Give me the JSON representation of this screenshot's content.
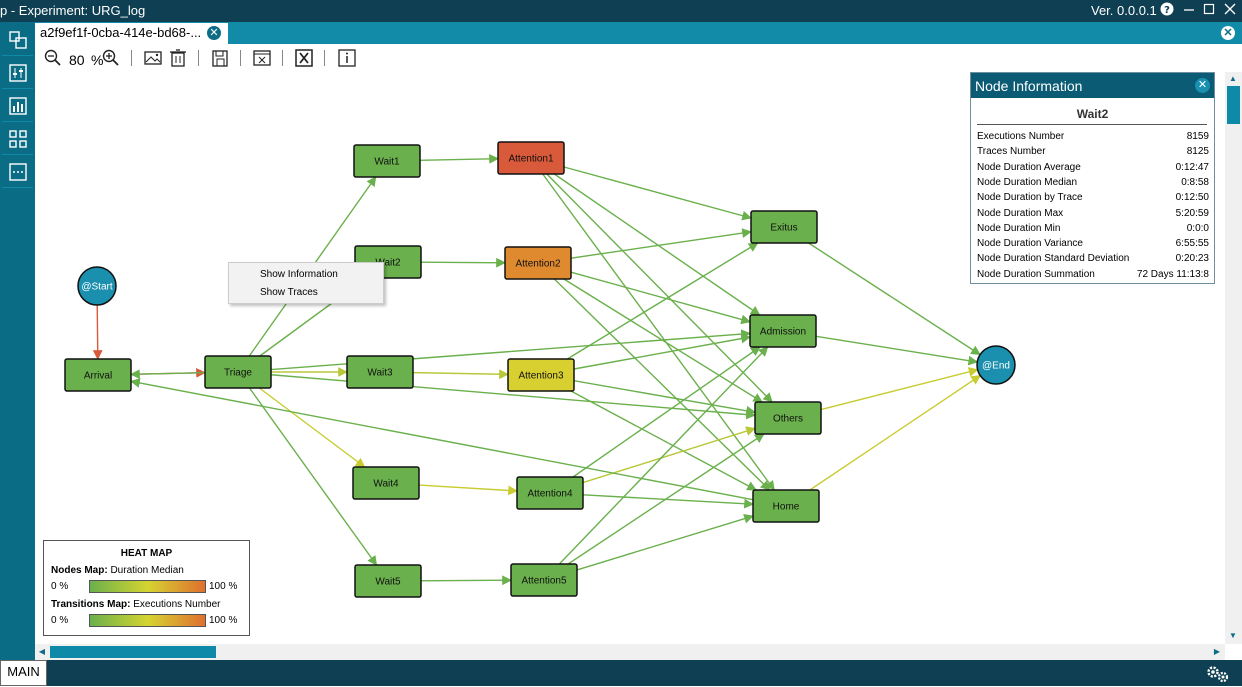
{
  "window": {
    "title": "p  -  Experiment: URG_log",
    "version": "Ver. 0.0.0.1",
    "help_icon": "help-icon",
    "minimize_icon": "minimize-icon",
    "maximize_icon": "maximize-icon",
    "close_icon": "close-icon"
  },
  "sidebar": {
    "items": [
      {
        "icon": "process-map-icon"
      },
      {
        "icon": "filter-sliders-icon"
      },
      {
        "icon": "bar-chart-icon"
      },
      {
        "icon": "grid-view-icon"
      },
      {
        "icon": "ellipsis-panel-icon"
      }
    ]
  },
  "tab": {
    "label": "a2f9ef1f-0cba-414e-bd68-...",
    "close_glyph": "✕"
  },
  "main_close_glyph": "✕",
  "toolbar": {
    "zoom_value": "80",
    "zoom_unit": "%"
  },
  "graph": {
    "nodes": [
      {
        "id": "start",
        "label": "@Start",
        "shape": "circle",
        "color": "#1a8fae"
      },
      {
        "id": "end",
        "label": "@End",
        "shape": "circle",
        "color": "#1a8fae"
      },
      {
        "id": "arrival",
        "label": "Arrival",
        "color": "#6ab04c"
      },
      {
        "id": "triage",
        "label": "Triage",
        "color": "#6ab04c"
      },
      {
        "id": "wait1",
        "label": "Wait1",
        "color": "#6ab04c"
      },
      {
        "id": "wait2",
        "label": "Wait2",
        "color": "#6ab04c"
      },
      {
        "id": "wait3",
        "label": "Wait3",
        "color": "#6ab04c"
      },
      {
        "id": "wait4",
        "label": "Wait4",
        "color": "#6ab04c"
      },
      {
        "id": "wait5",
        "label": "Wait5",
        "color": "#6ab04c"
      },
      {
        "id": "att1",
        "label": "Attention1",
        "color": "#d85a3a"
      },
      {
        "id": "att2",
        "label": "Attention2",
        "color": "#e08a30"
      },
      {
        "id": "att3",
        "label": "Attention3",
        "color": "#d8d030"
      },
      {
        "id": "att4",
        "label": "Attention4",
        "color": "#6ab04c"
      },
      {
        "id": "att5",
        "label": "Attention5",
        "color": "#6ab04c"
      },
      {
        "id": "exitus",
        "label": "Exitus",
        "color": "#6ab04c"
      },
      {
        "id": "admission",
        "label": "Admission",
        "color": "#6ab04c"
      },
      {
        "id": "others",
        "label": "Others",
        "color": "#6ab04c"
      },
      {
        "id": "home",
        "label": "Home",
        "color": "#6ab04c"
      }
    ],
    "edges": [
      {
        "from": "start",
        "to": "arrival",
        "color": "#d85a3a"
      },
      {
        "from": "arrival",
        "to": "triage",
        "color": "#d85a3a"
      },
      {
        "from": "triage",
        "to": "wait1",
        "color": "#6ab04c"
      },
      {
        "from": "triage",
        "to": "wait2",
        "color": "#6ab04c"
      },
      {
        "from": "triage",
        "to": "wait3",
        "color": "#b8c83a"
      },
      {
        "from": "triage",
        "to": "wait4",
        "color": "#c8cc30"
      },
      {
        "from": "triage",
        "to": "wait5",
        "color": "#6ab04c"
      },
      {
        "from": "triage",
        "to": "arrival",
        "color": "#6ab04c"
      },
      {
        "from": "wait1",
        "to": "att1",
        "color": "#6ab04c"
      },
      {
        "from": "wait2",
        "to": "att2",
        "color": "#6ab04c"
      },
      {
        "from": "wait3",
        "to": "att3",
        "color": "#b8c83a"
      },
      {
        "from": "wait4",
        "to": "att4",
        "color": "#c8cc30"
      },
      {
        "from": "wait5",
        "to": "att5",
        "color": "#6ab04c"
      },
      {
        "from": "att1",
        "to": "exitus",
        "color": "#6ab04c"
      },
      {
        "from": "att1",
        "to": "admission",
        "color": "#6ab04c"
      },
      {
        "from": "att1",
        "to": "others",
        "color": "#6ab04c"
      },
      {
        "from": "att1",
        "to": "home",
        "color": "#6ab04c"
      },
      {
        "from": "att2",
        "to": "exitus",
        "color": "#6ab04c"
      },
      {
        "from": "att2",
        "to": "admission",
        "color": "#6ab04c"
      },
      {
        "from": "att2",
        "to": "others",
        "color": "#6ab04c"
      },
      {
        "from": "att2",
        "to": "home",
        "color": "#6ab04c"
      },
      {
        "from": "att3",
        "to": "exitus",
        "color": "#6ab04c"
      },
      {
        "from": "att3",
        "to": "admission",
        "color": "#6ab04c"
      },
      {
        "from": "att3",
        "to": "others",
        "color": "#6ab04c"
      },
      {
        "from": "att3",
        "to": "home",
        "color": "#6ab04c"
      },
      {
        "from": "att4",
        "to": "admission",
        "color": "#6ab04c"
      },
      {
        "from": "att4",
        "to": "others",
        "color": "#b8c83a"
      },
      {
        "from": "att4",
        "to": "home",
        "color": "#6ab04c"
      },
      {
        "from": "att5",
        "to": "admission",
        "color": "#6ab04c"
      },
      {
        "from": "att5",
        "to": "others",
        "color": "#6ab04c"
      },
      {
        "from": "att5",
        "to": "home",
        "color": "#6ab04c"
      },
      {
        "from": "triage",
        "to": "admission",
        "color": "#6ab04c"
      },
      {
        "from": "triage",
        "to": "others",
        "color": "#6ab04c"
      },
      {
        "from": "home",
        "to": "arrival",
        "color": "#6ab04c"
      },
      {
        "from": "exitus",
        "to": "end",
        "color": "#6ab04c"
      },
      {
        "from": "admission",
        "to": "end",
        "color": "#6ab04c"
      },
      {
        "from": "others",
        "to": "end",
        "color": "#c8cc30"
      },
      {
        "from": "home",
        "to": "end",
        "color": "#c8cc30"
      }
    ]
  },
  "context_menu": {
    "items": [
      "Show Information",
      "Show Traces"
    ]
  },
  "node_info": {
    "title": "Node Information",
    "close_glyph": "✕",
    "node_name": "Wait2",
    "rows": [
      {
        "key": "Executions Number",
        "value": "8159"
      },
      {
        "key": "Traces Number",
        "value": "8125"
      },
      {
        "key": "Node Duration Average",
        "value": "0:12:47"
      },
      {
        "key": "Node Duration Median",
        "value": "0:8:58"
      },
      {
        "key": "Node Duration by Trace",
        "value": "0:12:50"
      },
      {
        "key": "Node Duration Max",
        "value": "5:20:59"
      },
      {
        "key": "Node Duration Min",
        "value": "0:0:0"
      },
      {
        "key": "Node Duration Variance",
        "value": "6:55:55"
      },
      {
        "key": "Node Duration Standard Deviation",
        "value": "0:20:23"
      },
      {
        "key": "Node Duration Summation",
        "value": "72 Days 11:13:8"
      }
    ]
  },
  "heatmap": {
    "title": "HEAT MAP",
    "nodes_label_bold": "Nodes Map:",
    "nodes_label_value": " Duration Median",
    "transitions_label_bold": "Transitions Map:",
    "transitions_label_value": " Executions Number",
    "min_label": "0 %",
    "max_label": "100 %",
    "gradient_colors": [
      "#6ab04c",
      "#d4d430",
      "#e07030"
    ]
  },
  "statusbar": {
    "main_label": "MAIN",
    "settings_icon": "settings-gears-icon"
  },
  "colors": {
    "titlebar": "#0e3f52",
    "sidebar": "#0a6c85",
    "tabstrip": "#118ba8",
    "accent": "#0e8aa8"
  }
}
